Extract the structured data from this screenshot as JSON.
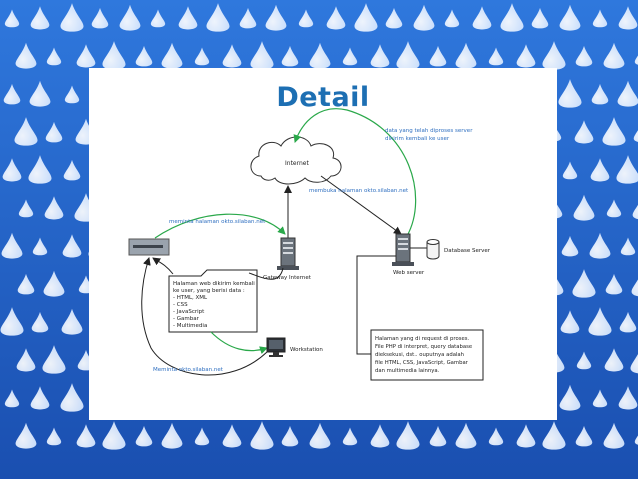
{
  "slide": {
    "title": "Detail"
  },
  "diagram": {
    "nodes": {
      "internet": "Internet",
      "gateway": "Gateway Internet",
      "web_server": "Web server",
      "database_server": "Database Server",
      "workstation": "Workstation"
    },
    "edges": {
      "data_processed": [
        "data yang telah diproses server",
        "dikirim kembali ke user"
      ],
      "open_page": "membuka halaman okto.silaban.net",
      "request_page_top": "meminta halaman okto.silaban.net",
      "request_bottom": "Meminta okto.silaban.net"
    },
    "notes": {
      "client_page": [
        "Halaman web dikirim kembali",
        "ke user, yang berisi data :",
        "- HTML, XML",
        "- CSS",
        "- JavaScript",
        "- Gambar",
        "- Multimedia"
      ],
      "server_process": [
        "Halaman yang di request di proses.",
        "File PHP di interpret, query database",
        "dieksekusi, dst.. ouputnya adalah",
        "file HTML, CSS, JavaScript, Gambar",
        "dan multimedia lainnya."
      ]
    }
  },
  "colors": {
    "accent_title": "#1d6fb3",
    "arrow_green": "#2aa84a",
    "label_blue": "#2f6fc0",
    "background": "#1f5fc4"
  }
}
